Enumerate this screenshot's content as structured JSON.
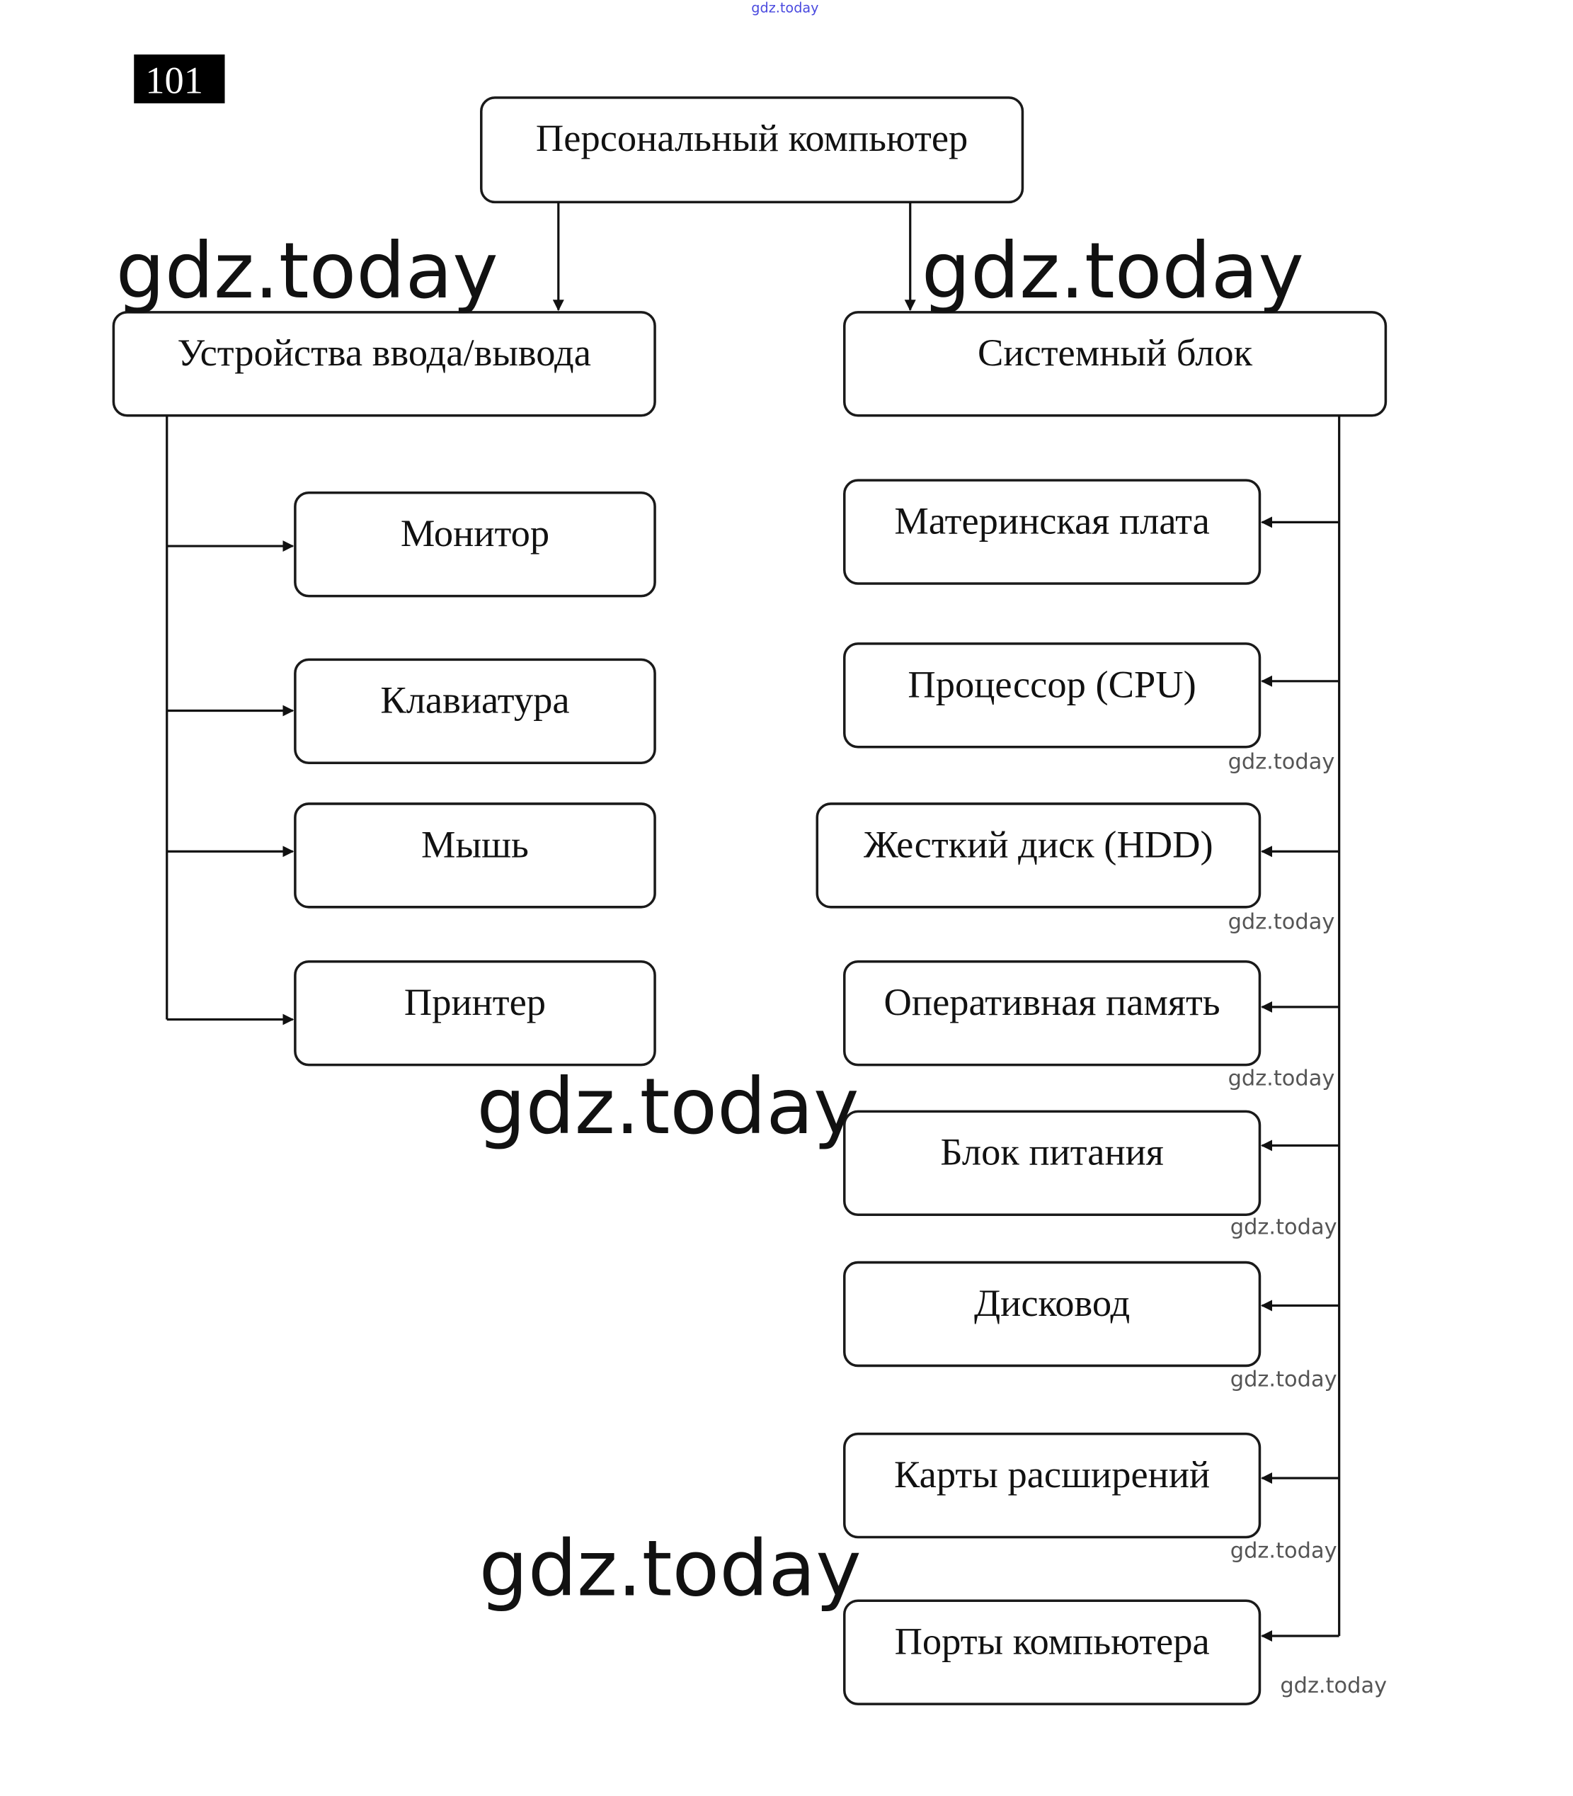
{
  "task_number": "101",
  "root": {
    "label": "Персональный компьютер"
  },
  "io_group": {
    "label": "Устройства ввода/вывода",
    "children": [
      "Монитор",
      "Клавиатура",
      "Мышь",
      "Принтер"
    ]
  },
  "system_group": {
    "label": "Системный блок",
    "children": [
      "Материнская плата",
      "Процессор (CPU)",
      "Жесткий диск (HDD)",
      "Оперативная память",
      "Блок питания",
      "Дисковод",
      "Карты расширений",
      "Порты компьютера"
    ]
  },
  "watermark": "gdz.today"
}
